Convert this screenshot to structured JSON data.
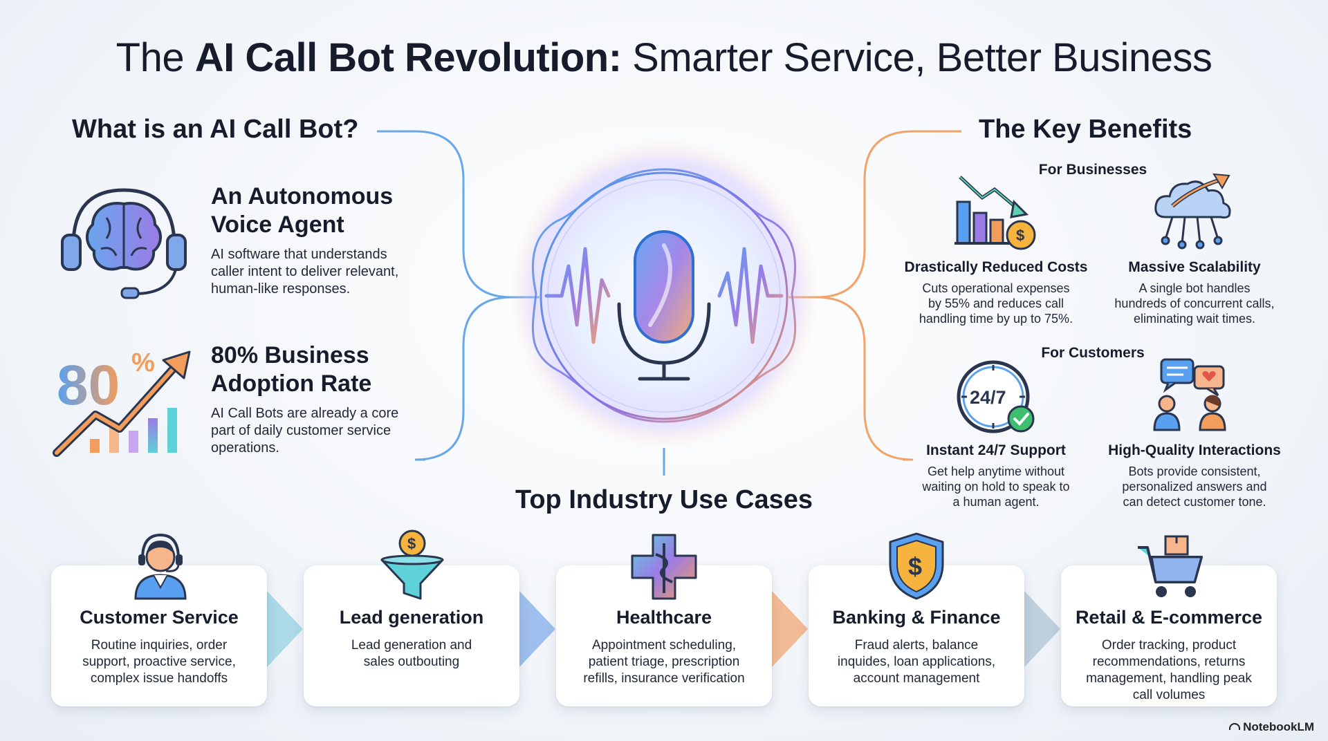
{
  "title": {
    "part1": "The ",
    "bold": "AI Call Bot Revolution:",
    "part2": " Smarter Service, Better Business"
  },
  "what_is": {
    "heading": "What is an AI Call Bot?",
    "items": [
      {
        "title_line1": "An Autonomous",
        "title_line2": "Voice Agent",
        "desc_line1": "AI software that understands",
        "desc_line2": "caller intent to deliver relevant,",
        "desc_line3": "human-like responses.",
        "icon": "brain-headset-icon"
      },
      {
        "title_line1": "80% Business",
        "title_line2": "Adoption Rate",
        "desc_line1": "AI Call Bots are already a core",
        "desc_line2": "part of daily customer service",
        "desc_line3": "operations.",
        "icon": "growth-chart-icon",
        "icon_text": "80",
        "icon_percent": "%"
      }
    ]
  },
  "benefits": {
    "heading": "The Key Benefits",
    "for_businesses": "For Businesses",
    "for_customers": "For Customers",
    "items": [
      {
        "title": "Drastically Reduced Costs",
        "desc_line1": "Cuts operational expenses",
        "desc_line2": "by 55% and reduces call",
        "desc_line3": "handling time by up to 75%.",
        "icon": "cost-chart-icon"
      },
      {
        "title": "Massive Scalability",
        "desc_line1": "A single bot handles",
        "desc_line2": "hundreds of concurrent calls,",
        "desc_line3": "eliminating wait times.",
        "icon": "cloud-network-icon"
      },
      {
        "title": "Instant 24/7 Support",
        "desc_line1": "Get help anytime without",
        "desc_line2": "waiting on hold to speak to",
        "desc_line3": "a human agent.",
        "icon": "clock-24-7-icon",
        "icon_text": "24/7"
      },
      {
        "title": "High-Quality Interactions",
        "desc_line1": "Bots provide consistent,",
        "desc_line2": "personalized answers and",
        "desc_line3": "can detect customer tone.",
        "icon": "chat-people-icon"
      }
    ]
  },
  "use_cases": {
    "heading": "Top Industry Use Cases",
    "items": [
      {
        "title": "Customer Service",
        "desc_line1": "Routine inquiries, order",
        "desc_line2": "support, proactive service,",
        "desc_line3": "complex issue handoffs",
        "desc_line4": "",
        "icon": "agent-headset-icon"
      },
      {
        "title": "Lead generation",
        "desc_line1": "Lead generation and",
        "desc_line2": "sales outbouting",
        "desc_line3": "",
        "desc_line4": "",
        "icon": "funnel-dollar-icon"
      },
      {
        "title": "Healthcare",
        "desc_line1": "Appointment scheduling,",
        "desc_line2": "patient triage, prescription",
        "desc_line3": "refills, insurance verification",
        "desc_line4": "",
        "icon": "medical-cross-icon"
      },
      {
        "title": "Banking & Finance",
        "desc_line1": "Fraud alerts, balance",
        "desc_line2": "inquides, loan applications,",
        "desc_line3": "account management",
        "desc_line4": "",
        "icon": "shield-dollar-icon"
      },
      {
        "title": "Retail & E-commerce",
        "desc_line1": "Order tracking, product",
        "desc_line2": "recommendations, returns",
        "desc_line3": "management, handling peak",
        "desc_line4": "call volumes",
        "icon": "shopping-cart-icon"
      }
    ]
  },
  "watermark": "NotebookLM",
  "colors": {
    "blue": "#4a90e2",
    "orange": "#f09a5a",
    "purple": "#8e6ee0",
    "teal": "#49b9c9",
    "navy": "#2a3550"
  }
}
